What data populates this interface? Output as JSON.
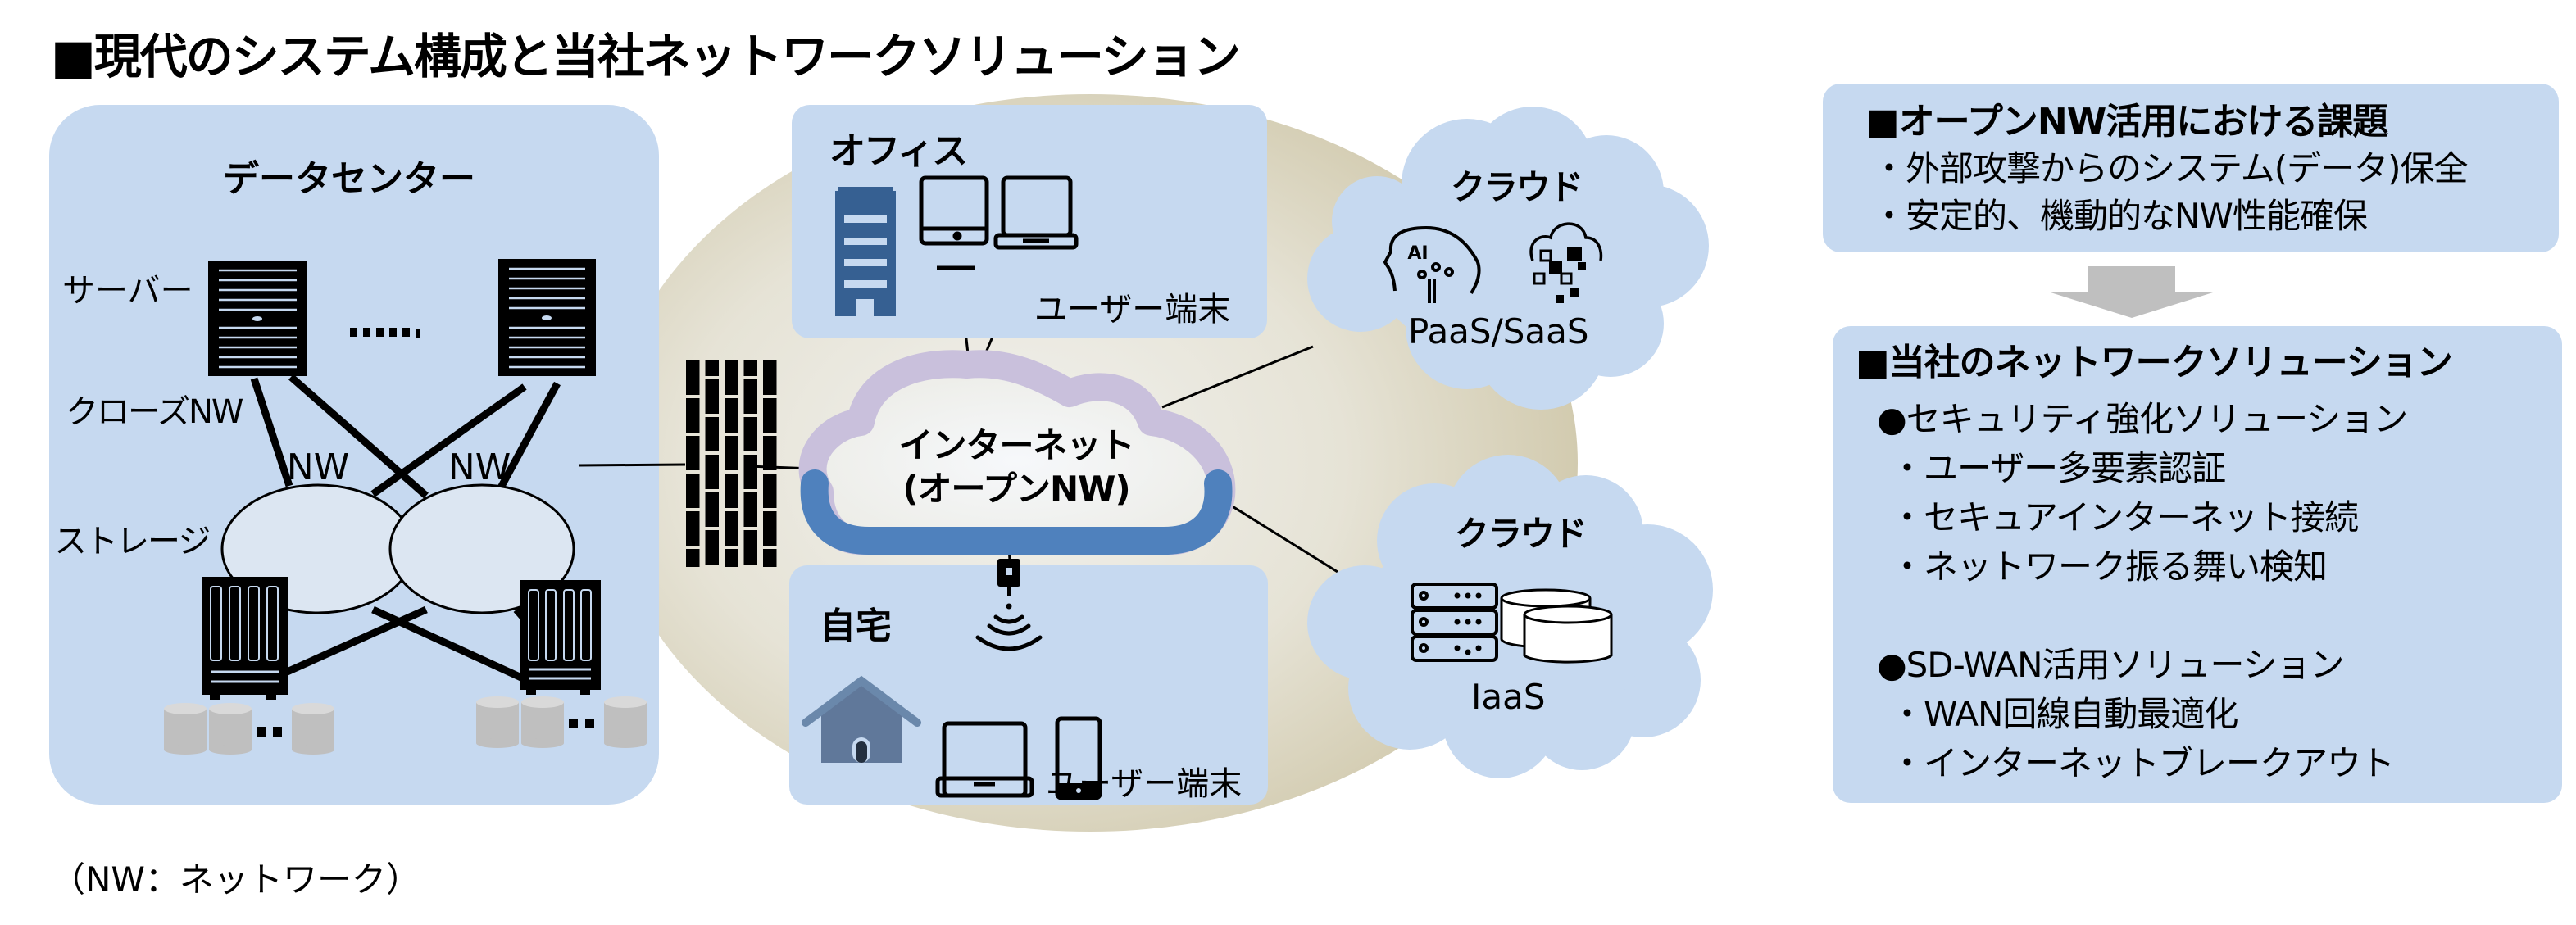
{
  "title": "■現代のシステム構成と当社ネットワークソリューション",
  "colors": {
    "panel": "#c6d9f0",
    "internet_band_top": "#c9c0dc",
    "internet_band_bottom": "#4f81bd",
    "building": "#366092",
    "house": "#60789a",
    "ellipse_center": "#eeede6",
    "ellipse_edge": "#d2caae",
    "disk": "#bfbfbf",
    "arrow": "#bfbfbf"
  },
  "datacenter": {
    "title": "データセンター",
    "server_label": "サーバー",
    "closed_nw_label": "クローズNW",
    "storage_label": "ストレージ",
    "nw_node_1": "NW",
    "nw_node_2": "NW",
    "server_ellipsis": "......",
    "disk_ellipsis": "・・"
  },
  "office": {
    "title": "オフィス",
    "device_label": "ユーザー端末"
  },
  "internet": {
    "line1": "インターネット",
    "line2": "(オープンNW)"
  },
  "home": {
    "title": "自宅",
    "device_label": "ユーザー端末"
  },
  "cloud_paas": {
    "title": "クラウド",
    "label": "PaaS/SaaS",
    "ai_text": "AI"
  },
  "cloud_iaas": {
    "title": "クラウド",
    "label": "IaaS"
  },
  "issues": {
    "heading": "■オープンNW活用における課題",
    "items": [
      "・外部攻撃からのシステム(データ)保全",
      "・安定的、機動的なNW性能確保"
    ]
  },
  "solutions": {
    "heading": "■当社のネットワークソリューション",
    "groups": [
      {
        "title": "●セキュリティ強化ソリューション",
        "items": [
          "・ユーザー多要素認証",
          "・セキュアインターネット接続",
          "・ネットワーク振る舞い検知"
        ]
      },
      {
        "title": "●SD-WAN活用ソリューション",
        "items": [
          "・WAN回線自動最適化",
          "・インターネットブレークアウト"
        ]
      }
    ]
  },
  "footnote": "（NW：ネットワーク）"
}
